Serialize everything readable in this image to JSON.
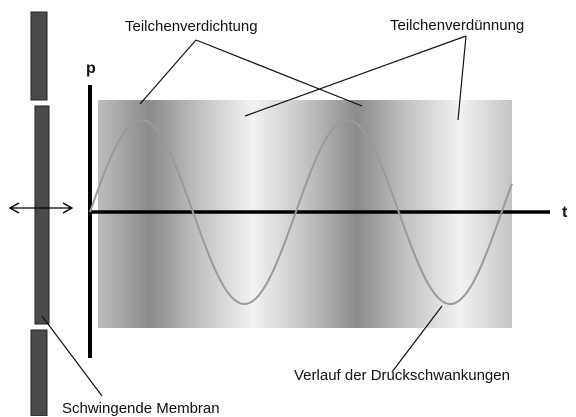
{
  "labels": {
    "compression": "Teilchenverdichtung",
    "rarefaction": "Teilchenverdünnung",
    "pressure_curve": "Verlauf der Druckschwankungen",
    "membrane": "Schwingende Membran"
  },
  "axes": {
    "vertical": "p",
    "horizontal": "t"
  },
  "colors": {
    "band_dark": "#8a8a8a",
    "band_light": "#f2f2f2",
    "membrane": "#4a4a4a",
    "curve": "#9a9a9a",
    "axis": "#000000"
  },
  "wave": {
    "periods_shown": 2,
    "phase": "sine"
  }
}
